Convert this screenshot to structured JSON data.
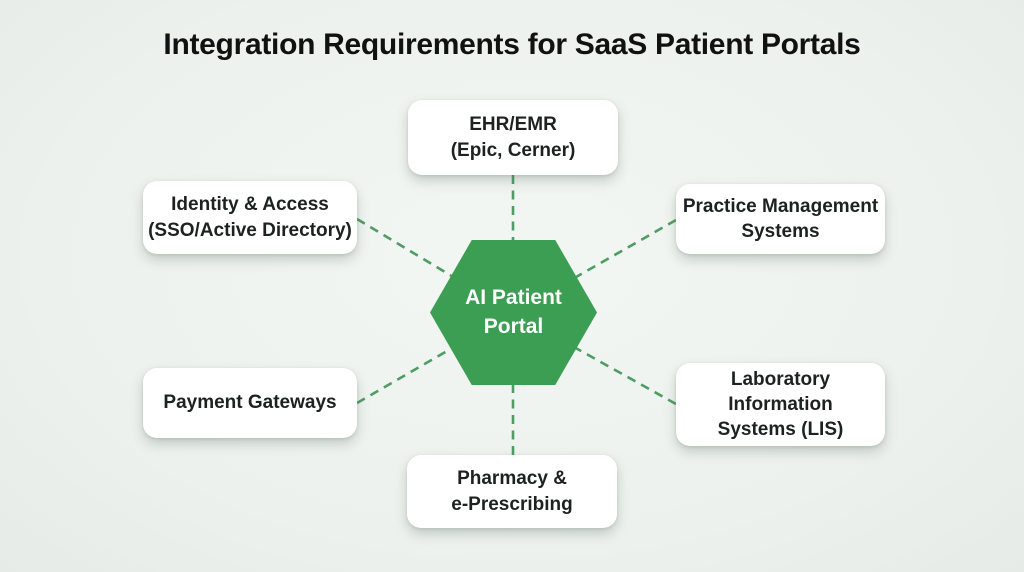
{
  "title": "Integration Requirements for SaaS Patient Portals",
  "colors": {
    "hexagon": "#3b9e53",
    "connector": "#4f9c64",
    "background": "#edf1ee",
    "box_bg": "#ffffff",
    "box_text": "#1d2220",
    "title_text": "#111111"
  },
  "center_node": {
    "label": "AI Patient\nPortal"
  },
  "nodes": [
    {
      "id": "ehr-emr",
      "position": "top",
      "label": "EHR/EMR\n(Epic, Cerner)"
    },
    {
      "id": "identity-access",
      "position": "top-left",
      "label": "Identity & Access\n(SSO/Active Directory)"
    },
    {
      "id": "practice-management",
      "position": "top-right",
      "label": "Practice Management\nSystems"
    },
    {
      "id": "payment-gateways",
      "position": "bottom-left",
      "label": "Payment Gateways"
    },
    {
      "id": "laboratory-information-systems",
      "position": "bottom-right",
      "label": "Laboratory\nInformation\nSystems (LIS)"
    },
    {
      "id": "pharmacy-eprescribing",
      "position": "bottom",
      "label": "Pharmacy &\ne-Prescribing"
    }
  ]
}
